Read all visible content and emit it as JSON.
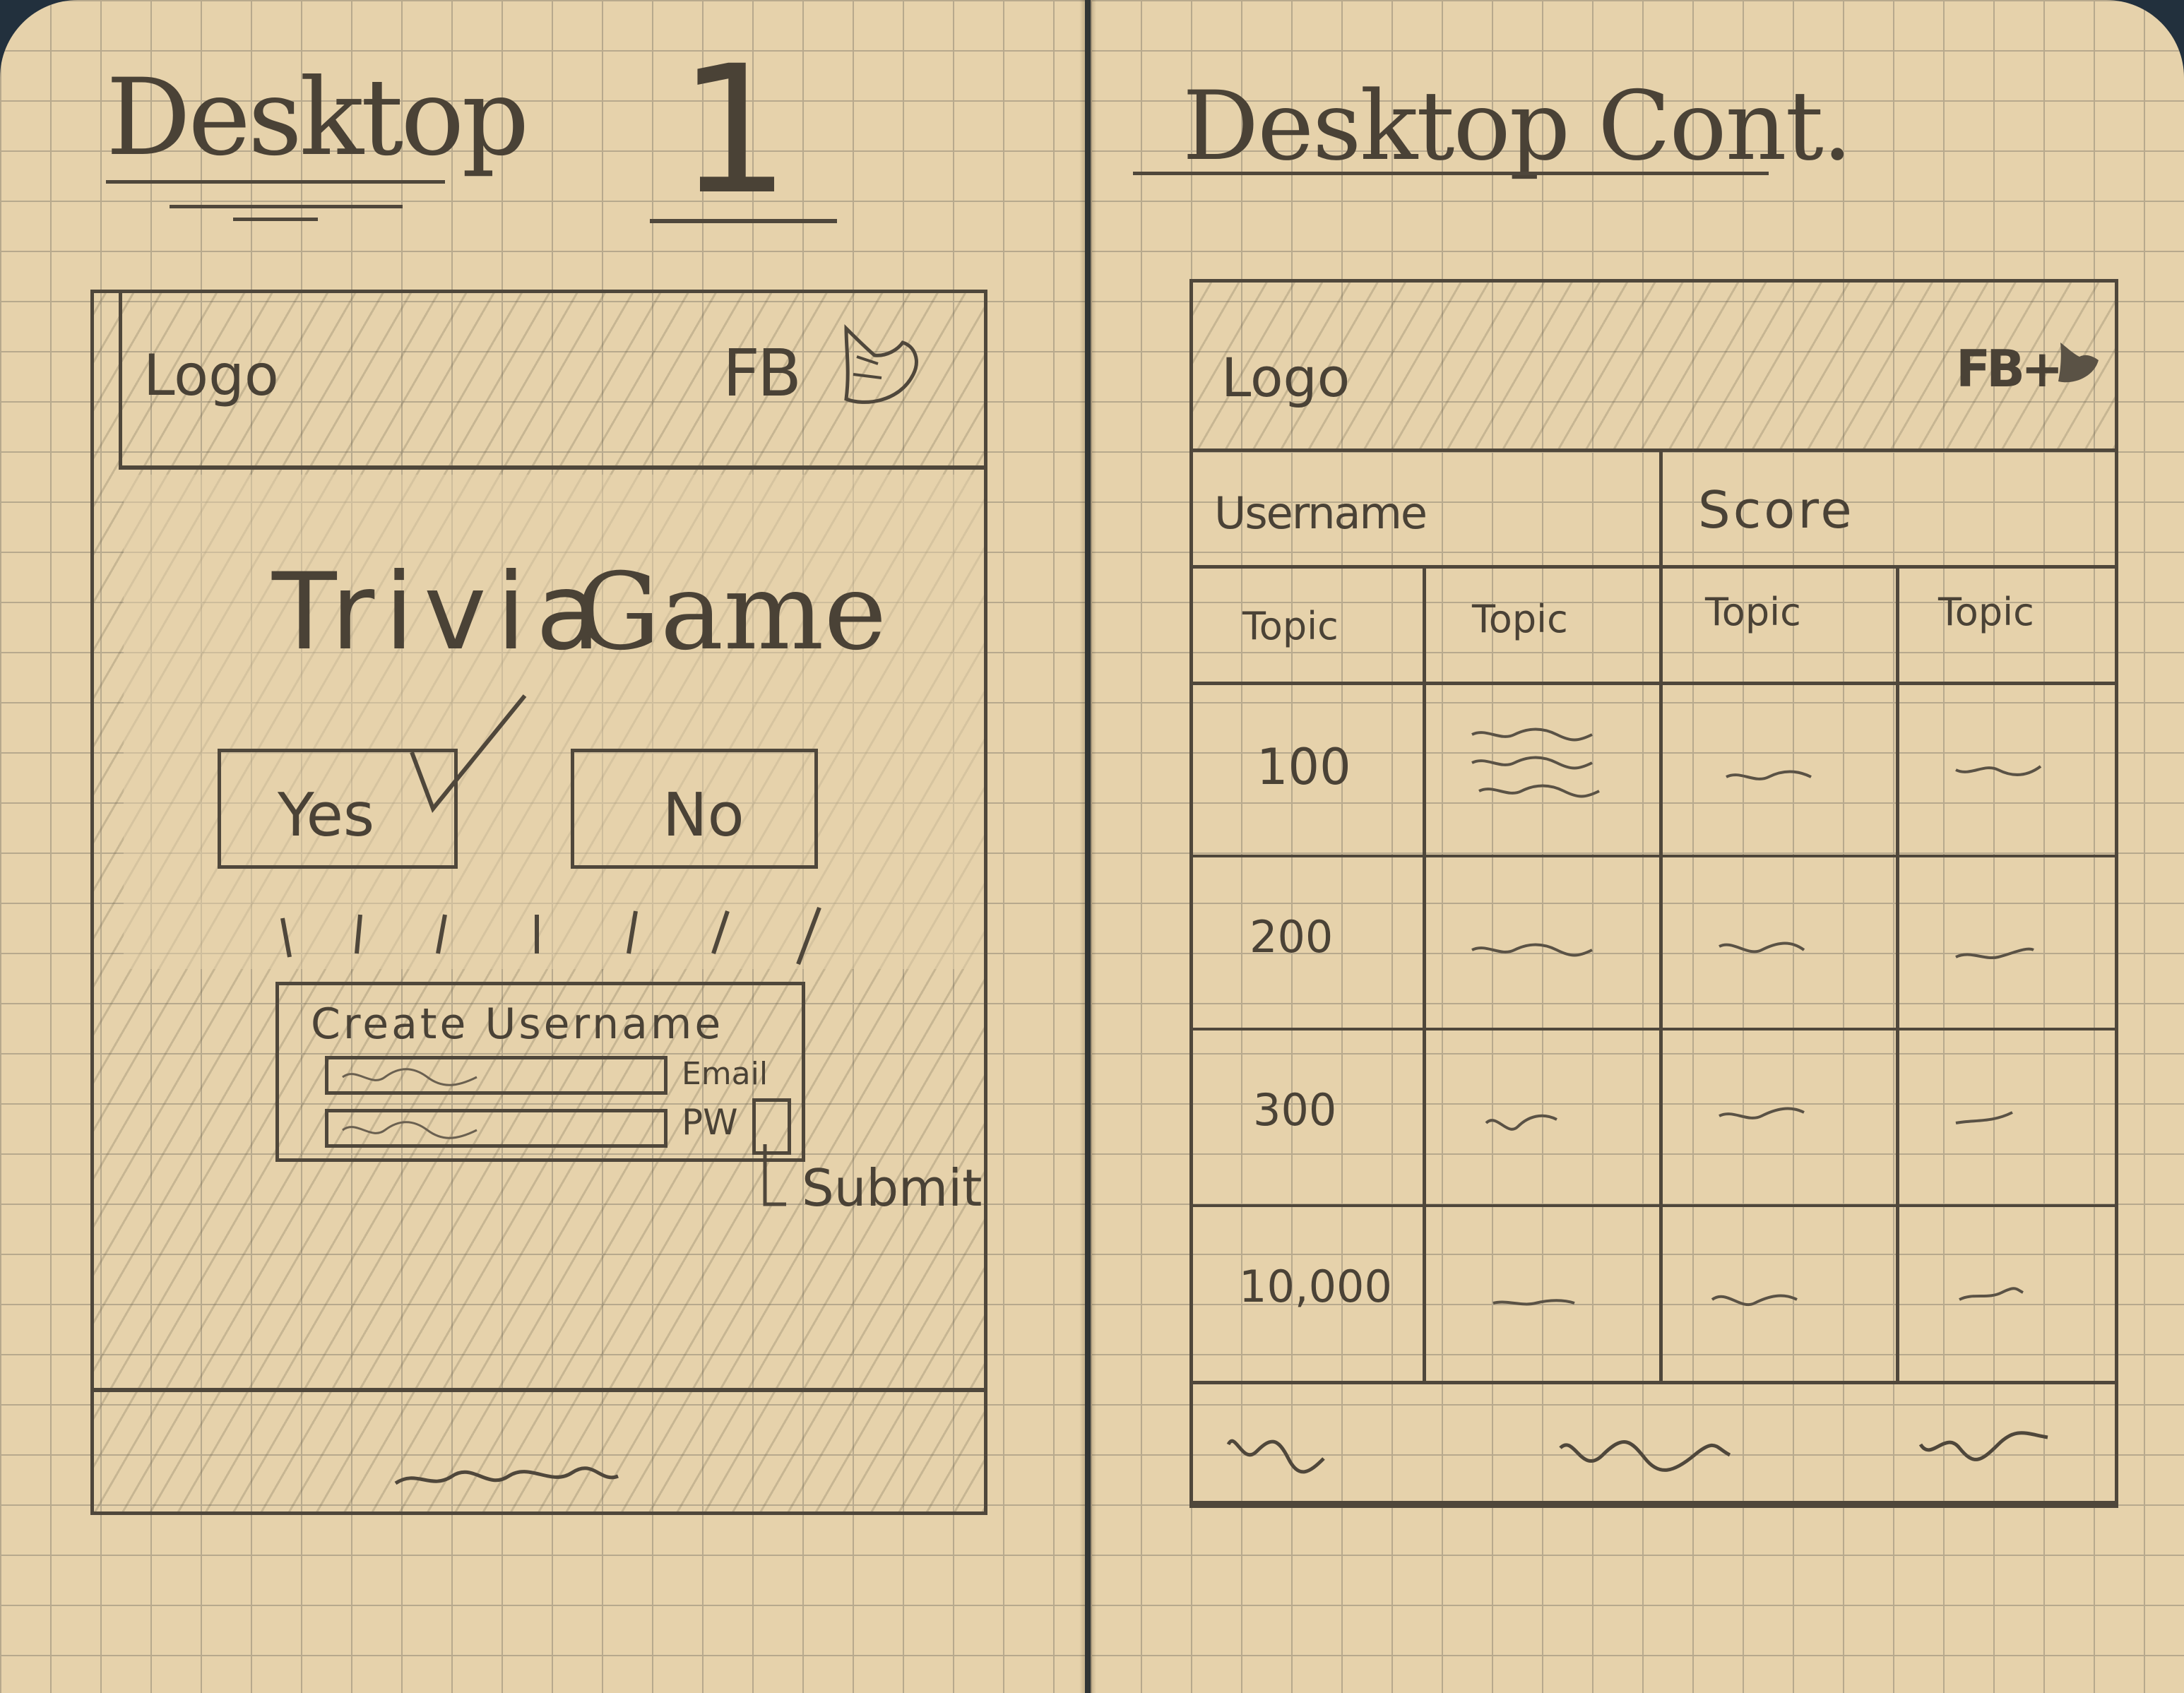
{
  "left_page": {
    "title": "Desktop",
    "page_number": "1",
    "header": {
      "logo": "Logo",
      "fb": "FB",
      "bird_icon": "twitter-bird-icon"
    },
    "headline": {
      "word1": "Trivia",
      "word2": "Game"
    },
    "buttons": {
      "yes": "Yes",
      "no": "No"
    },
    "form": {
      "title": "Create Username",
      "email_label": "Email",
      "password_label": "PW",
      "submit_label": "Submit"
    }
  },
  "right_page": {
    "title": "Desktop Cont.",
    "header": {
      "logo": "Logo",
      "social": "FB+"
    },
    "bar": {
      "username": "Username",
      "score": "Score"
    },
    "topics": [
      "Topic",
      "Topic",
      "Topic",
      "Topic"
    ],
    "values": [
      "100",
      "200",
      "300",
      "10,000"
    ]
  },
  "colors": {
    "paper": "#e6d2ab",
    "grid": "#b7a98d",
    "pencil": "#4f473b",
    "background": "#22303d"
  }
}
